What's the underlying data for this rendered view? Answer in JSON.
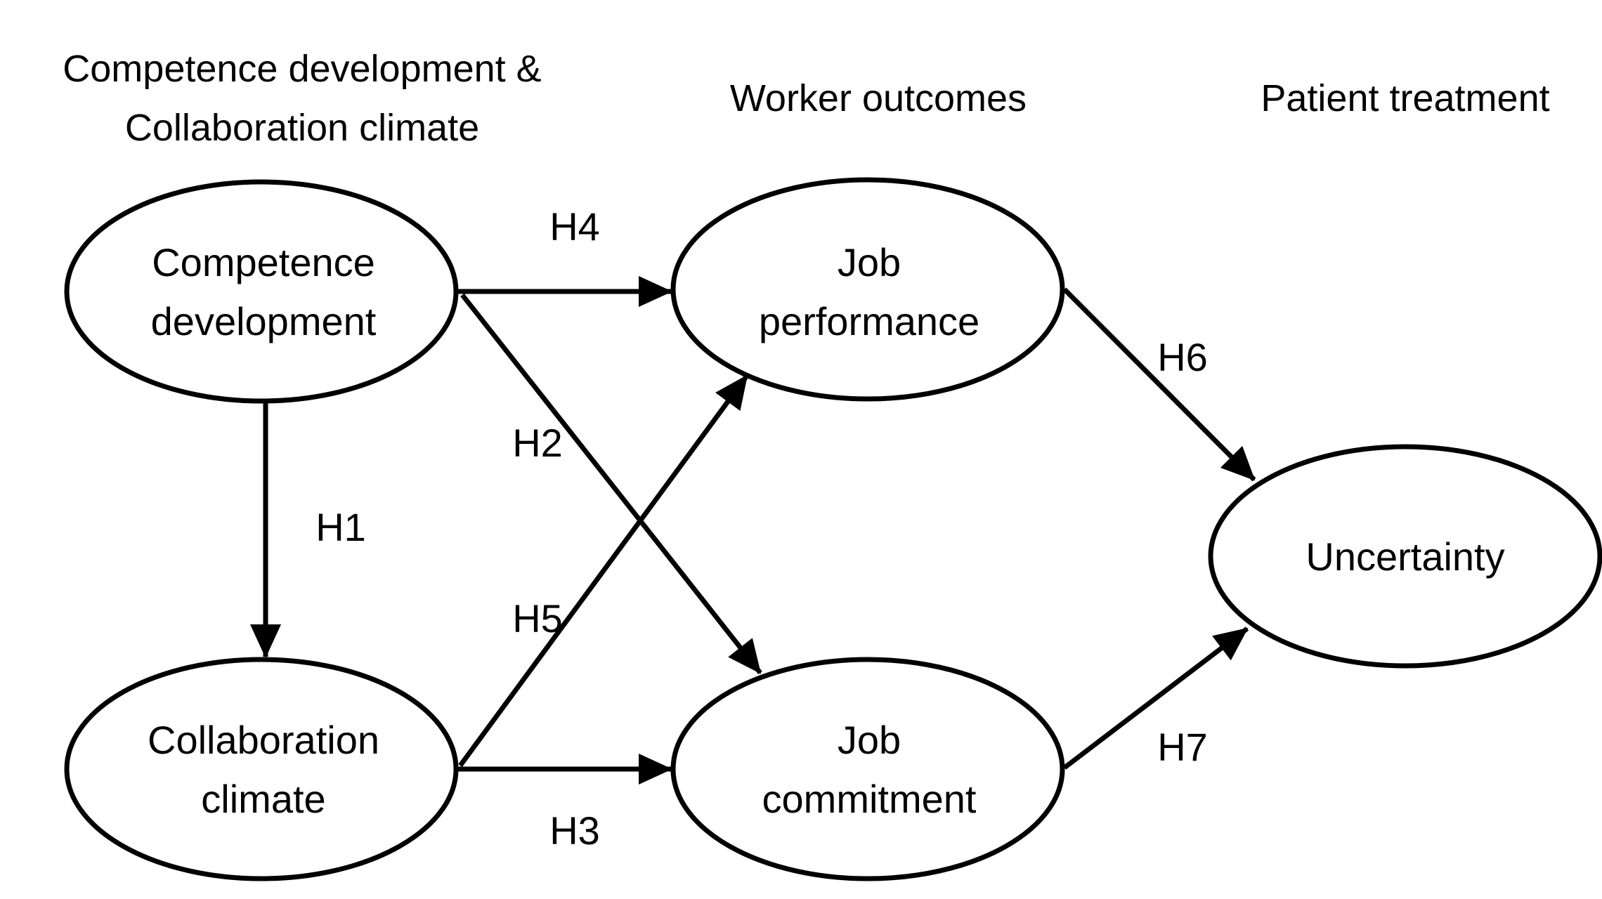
{
  "column_headers": {
    "left": {
      "line1": "Competence development &",
      "line2": "Collaboration climate"
    },
    "middle": "Worker outcomes",
    "right": "Patient treatment"
  },
  "nodes": {
    "competence_development": {
      "line1": "Competence",
      "line2": "development"
    },
    "collaboration_climate": {
      "line1": "Collaboration",
      "line2": "climate"
    },
    "job_performance": {
      "line1": "Job",
      "line2": "performance"
    },
    "job_commitment": {
      "line1": "Job",
      "line2": "commitment"
    },
    "uncertainty": {
      "line1": "Uncertainty"
    }
  },
  "edges": {
    "h1": {
      "label": "H1",
      "from": "Competence development",
      "to": "Collaboration climate"
    },
    "h2": {
      "label": "H2",
      "from": "Competence development",
      "to": "Job commitment"
    },
    "h3": {
      "label": "H3",
      "from": "Collaboration climate",
      "to": "Job commitment"
    },
    "h4": {
      "label": "H4",
      "from": "Competence development",
      "to": "Job performance"
    },
    "h5": {
      "label": "H5",
      "from": "Collaboration climate",
      "to": "Job performance"
    },
    "h6": {
      "label": "H6",
      "from": "Job performance",
      "to": "Uncertainty"
    },
    "h7": {
      "label": "H7",
      "from": "Job commitment",
      "to": "Uncertainty"
    }
  },
  "colors": {
    "stroke": "#000000",
    "background": "#ffffff"
  }
}
